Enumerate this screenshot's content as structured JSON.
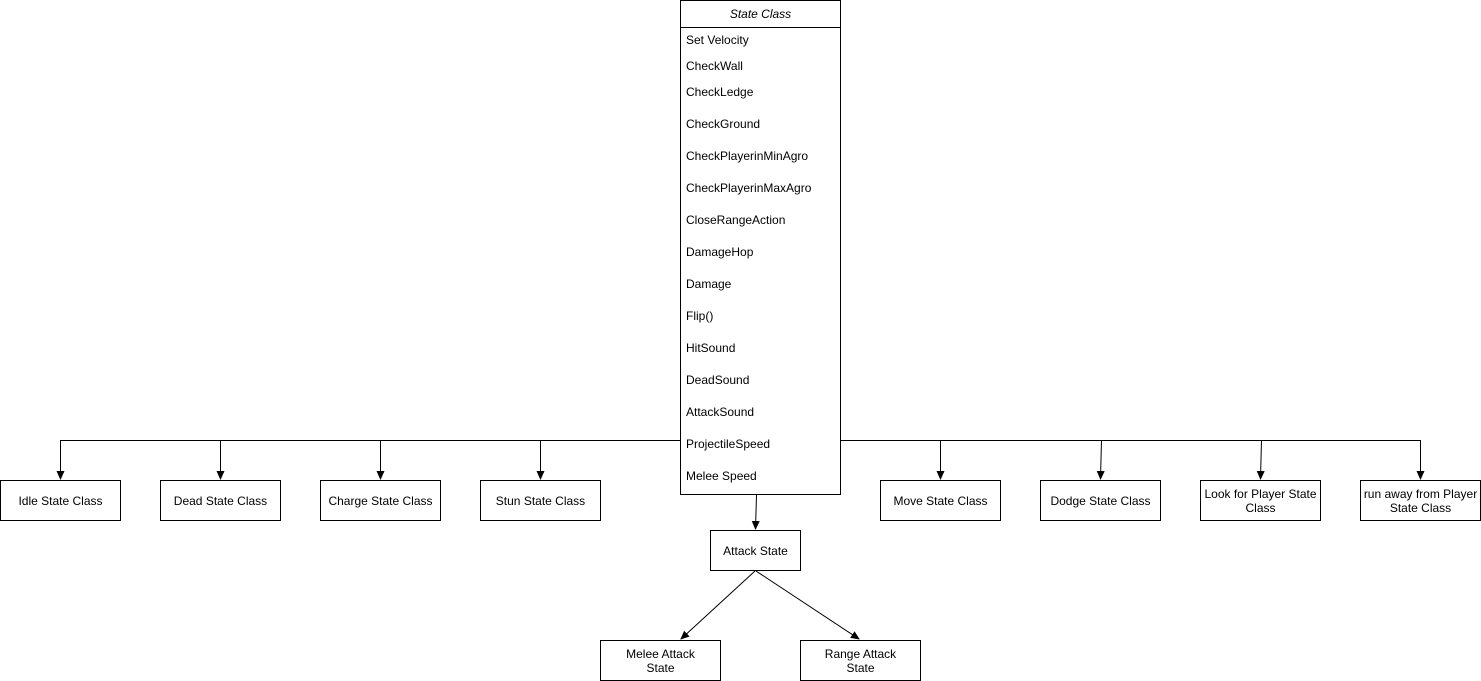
{
  "state_class": {
    "title": "State Class",
    "attributes": [
      "Set Velocity",
      "CheckWall",
      "CheckLedge",
      "CheckGround",
      "CheckPlayerinMinAgro",
      "CheckPlayerinMaxAgro",
      "CloseRangeAction",
      "DamageHop",
      "Damage",
      "Flip()",
      "HitSound",
      "DeadSound",
      "AttackSound",
      "ProjectileSpeed",
      "Melee Speed"
    ]
  },
  "child_states": {
    "idle": "Idle State Class",
    "dead": "Dead State Class",
    "charge": "Charge State Class",
    "stun": "Stun State Class",
    "move": "Move State Class",
    "dodge": "Dodge State Class",
    "look_for_player": "Look for Player State Class",
    "run_away": "run away from Player State Class"
  },
  "attack": {
    "attack_state": "Attack State",
    "melee": "Melee Attack State",
    "range": "Range Attack State"
  },
  "colors": {
    "line": "#000000",
    "background": "#ffffff"
  }
}
